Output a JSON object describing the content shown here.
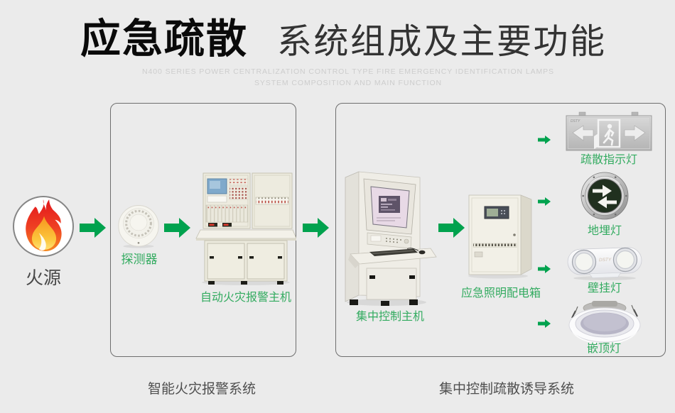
{
  "title": {
    "main": "应急疏散",
    "sub": "系统组成及主要功能",
    "en_line1": "N400 SERIES POWER CENTRALIZATION CONTROL TYPE FIRE EMERGENCY IDENTIFICATION LAMPS",
    "en_line2": "SYSTEM COMPOSITION AND MAIN FUNCTION"
  },
  "nodes": {
    "fire_source": "火源",
    "detector": "探测器",
    "alarm_host": "自动火灾报警主机",
    "control_host": "集中控制主机",
    "distribution_box": "应急照明配电箱"
  },
  "lamps": [
    {
      "label": "疏散指示灯"
    },
    {
      "label": "地埋灯"
    },
    {
      "label": "壁挂灯"
    },
    {
      "label": "嵌顶灯"
    }
  ],
  "captions": {
    "left": "智能火灾报警系统",
    "right": "集中控制疏散诱导系统"
  },
  "brand": "DSTY",
  "colors": {
    "arrow_green": "#00a24e",
    "label_green": "#33ab60",
    "background": "#ebebeb"
  }
}
